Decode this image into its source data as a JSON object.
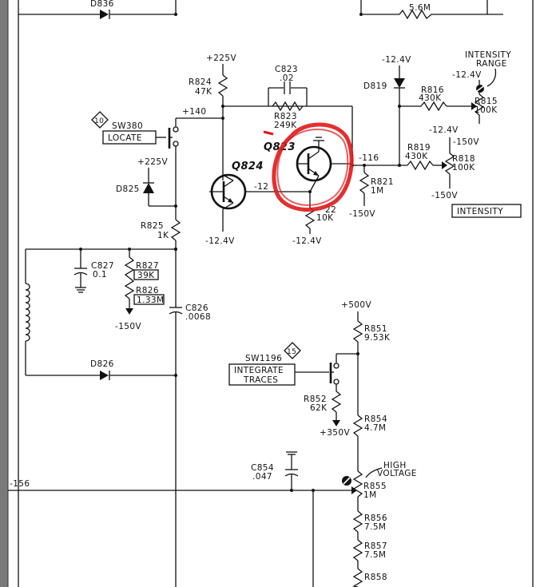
{
  "labels": {
    "d836": "D836",
    "r_top_value": "5.6M",
    "plus225_a": "+225V",
    "r824": "R824",
    "r824_val": "47K",
    "c823": "C823",
    "c823_val": ".02",
    "r823": "R823",
    "r823_val": "249K",
    "minus124_a": "-12.4V",
    "d819": "D819",
    "r816": "R816",
    "r816_val": "430K",
    "intensity_range": "INTENSITY",
    "intensity_range2": "RANGE",
    "minus124_b": "-12.4V",
    "r815": "R815",
    "r815_val": "100K",
    "sw380": "SW380",
    "locate": "LOCATE",
    "ref10": "10",
    "v140": "+140",
    "q823": "Q823",
    "q824": "Q824",
    "v116": "-116",
    "minus124_c": "-12.4V",
    "minus150_a": "-150V",
    "r819": "R819",
    "r819_val": "430K",
    "r818": "R818",
    "r818_val": "100K",
    "plus225_b": "+225V",
    "d825": "D825",
    "v12": "-12",
    "r821": "R821",
    "r821_val": "1M",
    "minus150_b": "-150V",
    "minus150_c": "-150V",
    "intensity": "INTENSITY",
    "r822_tail": "22",
    "r822_val": "10K",
    "r825": "R825",
    "r825_val": "1K",
    "minus124_d": "-12.4V",
    "minus124_e": "-12.4V",
    "c827": "C827",
    "c827_val": "0.1",
    "r827": "R827",
    "r827_val": "39K",
    "r826": "R826",
    "r826_val": "1.33M",
    "c826": "C826",
    "c826_val": ".0068",
    "minus150_d": "-150V",
    "plus500": "+500V",
    "r851": "R851",
    "r851_val": "9.53K",
    "sw1196": "SW1196",
    "ref15": "15",
    "integrate": "INTEGRATE",
    "traces": "TRACES",
    "d826": "D826",
    "r852": "R852",
    "r852_val": "62K",
    "plus350": "+350V",
    "r854": "R854",
    "r854_val": "4.7M",
    "high": "HIGH",
    "voltage": "VOLTAGE",
    "c854": "C854",
    "c854_val": ".047",
    "v156": "-156",
    "r855": "R855",
    "r855_val": "1M",
    "r856": "R856",
    "r856_val": "7.5M",
    "r857": "R857",
    "r857_val": "7.5M",
    "r858": "R858"
  },
  "colors": {
    "ink": "#111111",
    "annotation": "#e01818",
    "left_bar": "#7a7a7a"
  }
}
